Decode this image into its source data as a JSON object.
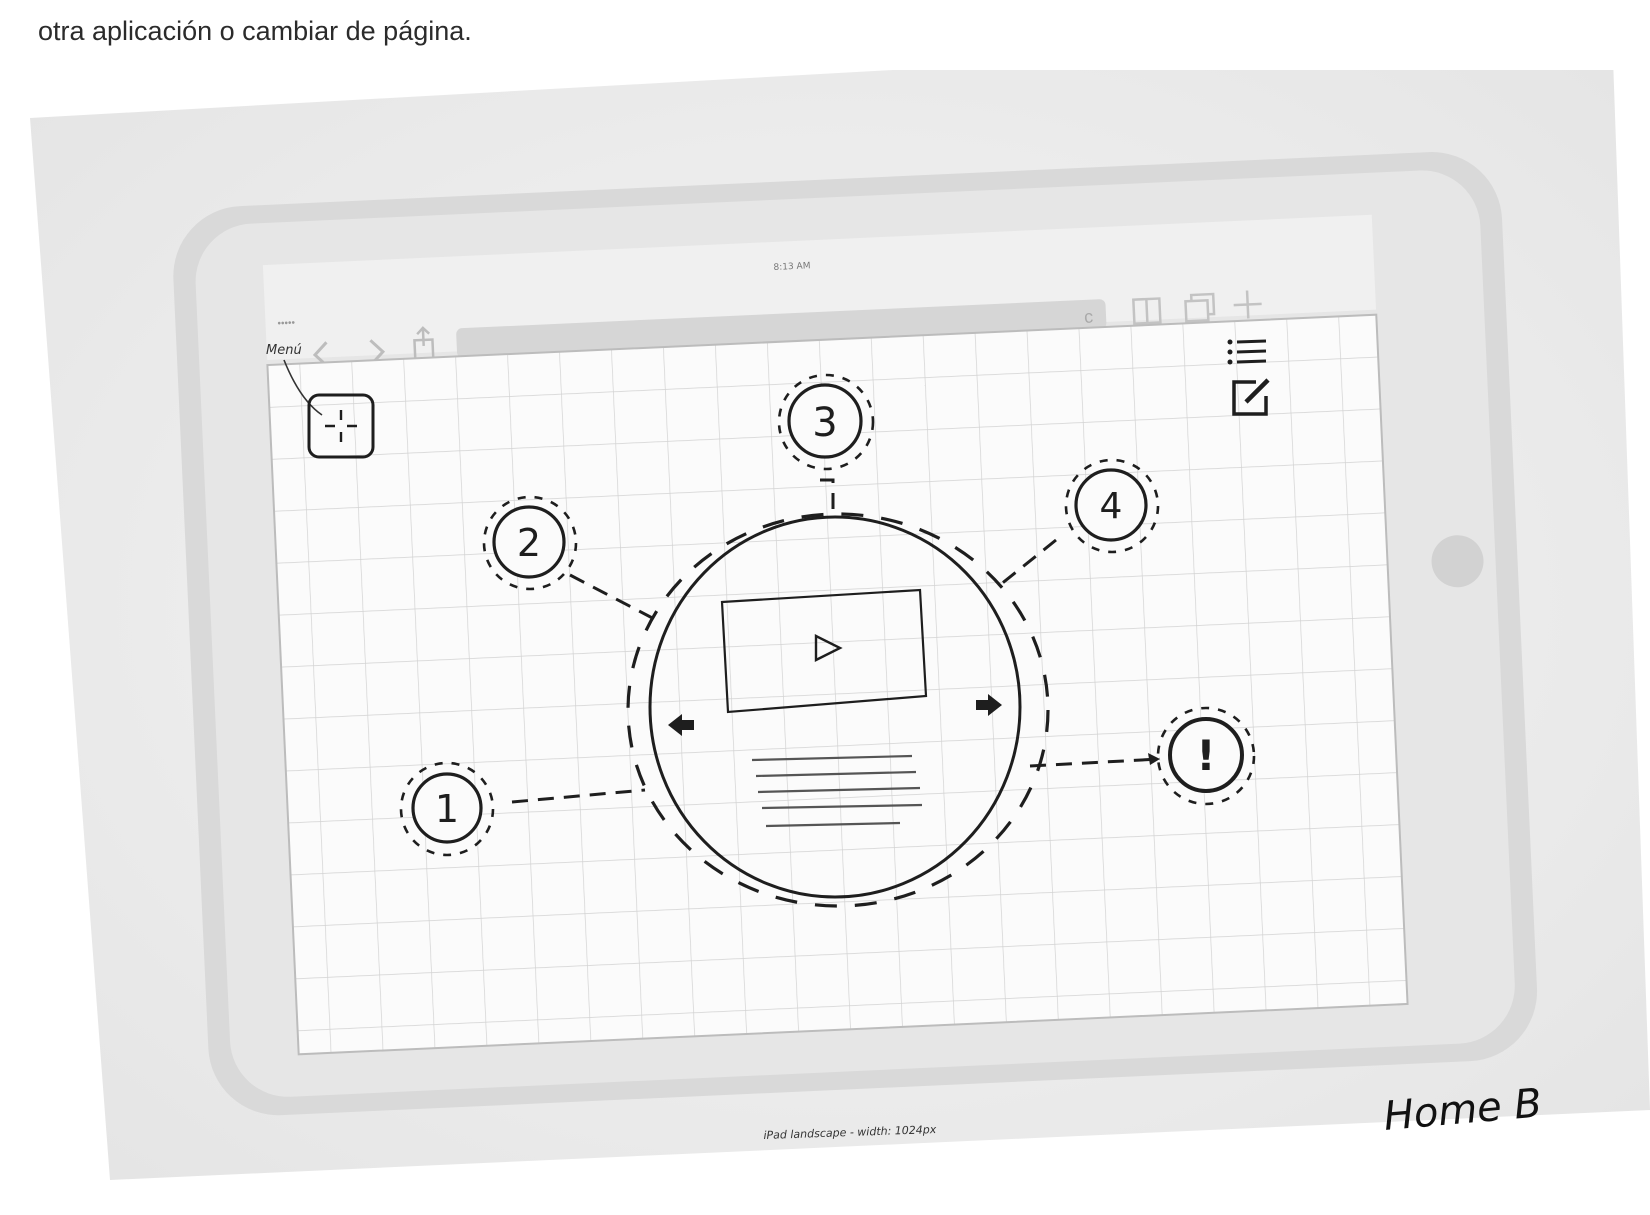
{
  "caption": "otra aplicación o cambiar de página.",
  "sketch": {
    "status_time": "8:13 AM",
    "menu_label": "Menú",
    "nodes": [
      "1",
      "2",
      "3",
      "4",
      "!"
    ],
    "footer_label": "iPad landscape - width: 1024px",
    "page_title": "Home B",
    "icons": {
      "menu": "list-icon",
      "edit": "edit-icon",
      "locate": "crosshair-icon",
      "play": "play-icon",
      "alert": "alert-icon"
    },
    "colors": {
      "paper": "#efefef",
      "device": "#dcdcdc",
      "screen": "#fafafa",
      "ink": "#1e1e1e"
    }
  }
}
